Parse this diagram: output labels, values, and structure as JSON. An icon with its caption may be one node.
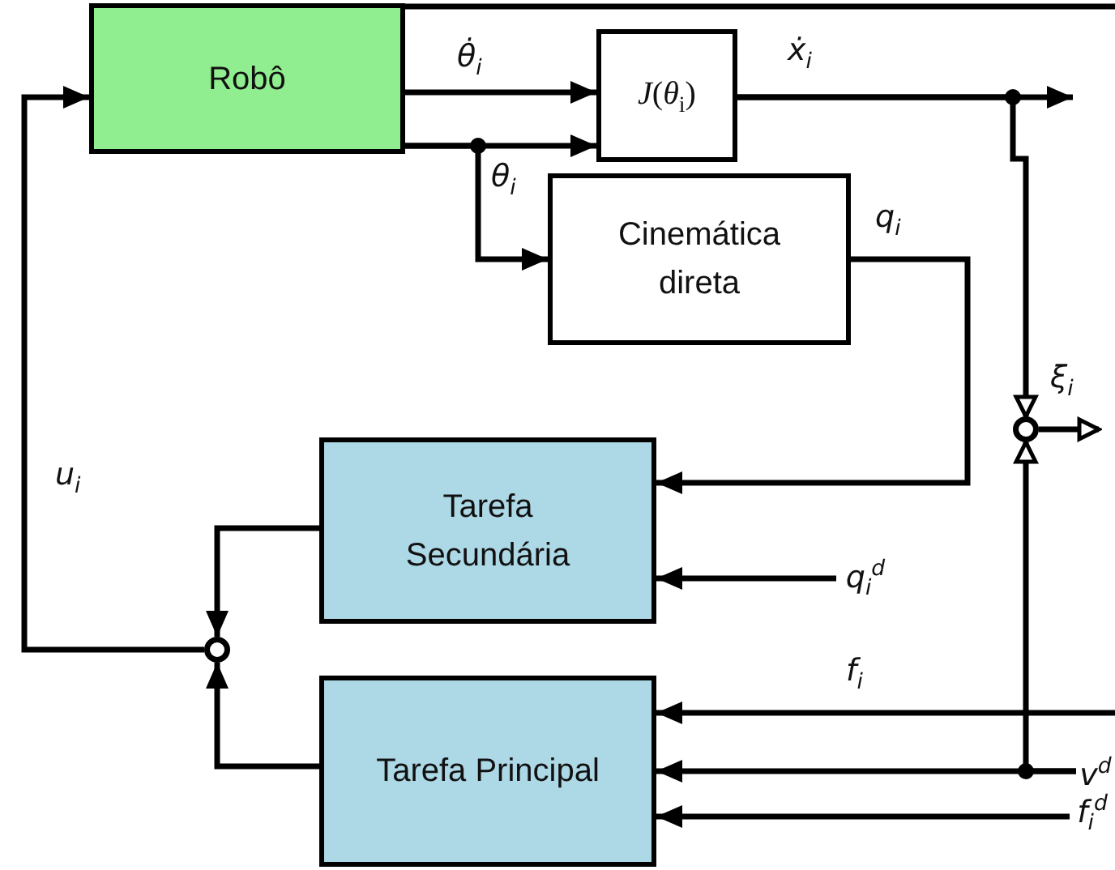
{
  "diagram": {
    "nodes": [
      {
        "text": [
          "Robô"
        ]
      },
      {
        "text": [
          "*J*(*θ*$_{i}$)"
        ]
      },
      {
        "text": [
          "Cinemática direta"
        ]
      },
      {
        "text": [
          "Tarefa Secundária"
        ]
      },
      {
        "text": [
          "Tarefa Principal"
        ]
      },
      {
        "text": [],
        "shape": "circle"
      },
      {
        "text": [],
        "shape": "circle"
      },
      {
        "text": [
          "q$_{i}$$^{d}$"
        ]
      },
      {
        "text": [
          "v$^{d}$"
        ]
      },
      {
        "text": [
          "f$_{i}$$^{d}$"
        ]
      }
    ],
    "edges": [
      {
        "from": 0,
        "to": 1,
        "arrow": "to",
        "label": "θ̇$_{i}$"
      },
      {
        "from": 0,
        "to": 1,
        "arrow": "to"
      },
      {
        "from": 0,
        "to": 2,
        "arrow": "to",
        "label": "θ$_{i}$"
      },
      {
        "from": 1,
        "to": null,
        "arrow": "to",
        "label": "ẋ$_{i}$"
      },
      {
        "from": 1,
        "to": 6,
        "arrow": "to"
      },
      {
        "from": 2,
        "to": 3,
        "arrow": "to",
        "label": "q$_{i}$"
      },
      {
        "from": 7,
        "to": 3,
        "arrow": "to"
      },
      {
        "from": 3,
        "to": 5,
        "arrow": "to"
      },
      {
        "from": 4,
        "to": 5,
        "arrow": "to"
      },
      {
        "from": 5,
        "to": 0,
        "arrow": "to",
        "label": "u$_{i}$"
      },
      {
        "from": 6,
        "to": null,
        "arrow": "to",
        "label": "ξ$_{i}$"
      },
      {
        "from": 0,
        "to": null,
        "arrow": "none"
      },
      {
        "from": null,
        "to": 4,
        "arrow": "to",
        "label": "f$_{i}$"
      },
      {
        "from": 8,
        "to": 4,
        "arrow": "to"
      },
      {
        "from": 8,
        "to": 6,
        "arrow": "to"
      },
      {
        "from": 9,
        "to": 4,
        "arrow": "to"
      }
    ]
  }
}
